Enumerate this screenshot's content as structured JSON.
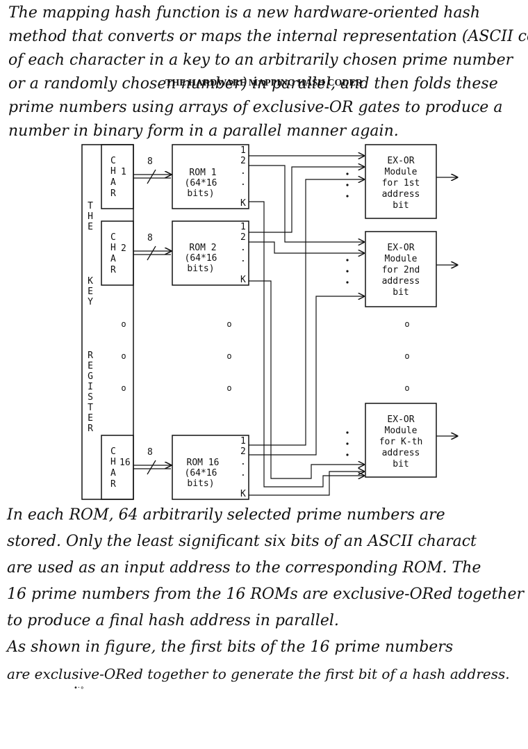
{
  "intro_text": [
    "The mapping hash function is a new hardware-oriented hash",
    "method that converts or maps the internal representation (ASCII code",
    "of each character in a key to an arbitrarily chosen prime number",
    "or a randomly chosen number) in parallel, and then folds these",
    "prime numbers using arrays of exclusive-OR gates to produce a",
    "number in binary form in a parallel manner again."
  ],
  "diagram": {
    "title": "THE HARDWARE MAPPING HASH CODER",
    "register_label": [
      "T",
      "H",
      "E",
      "",
      "K",
      "E",
      "Y",
      "",
      "R",
      "E",
      "G",
      "I",
      "S",
      "T",
      "E",
      "R"
    ],
    "char_letters": [
      "C",
      "H",
      "A",
      "R"
    ],
    "bus_width": "8",
    "chars": [
      {
        "index": "1",
        "rom": "ROM 1"
      },
      {
        "index": "2",
        "rom": "ROM 2"
      },
      {
        "index": "16",
        "rom": "ROM 16"
      }
    ],
    "rom_size_line1": "(64*16",
    "rom_size_line2": "bits)",
    "rom_outputs": [
      "1",
      "2",
      ".",
      ".",
      "K"
    ],
    "ex_or": [
      [
        "EX-OR",
        "Module",
        "for 1st",
        "address",
        "bit"
      ],
      [
        "EX-OR",
        "Module",
        "for 2nd",
        "address",
        "bit"
      ],
      [
        "EX-OR",
        "Module",
        "for K-th",
        "address",
        "bit"
      ]
    ],
    "ellipsis": "o"
  },
  "after_text": [
    "In each ROM, 64 arbitrarily selected prime numbers are",
    "stored. Only the least significant six bits of an ASCII charact",
    "are used as an input address to the corresponding ROM. The",
    "16 prime numbers from the 16 ROMs are exclusive-ORed together",
    "to produce a final hash address in parallel.",
    "As shown in figure, the first bits of the 16 prime numbers",
    "are exclusive-ORed together to generate the first bit of a hash address."
  ],
  "stray_marks": "•·∘"
}
